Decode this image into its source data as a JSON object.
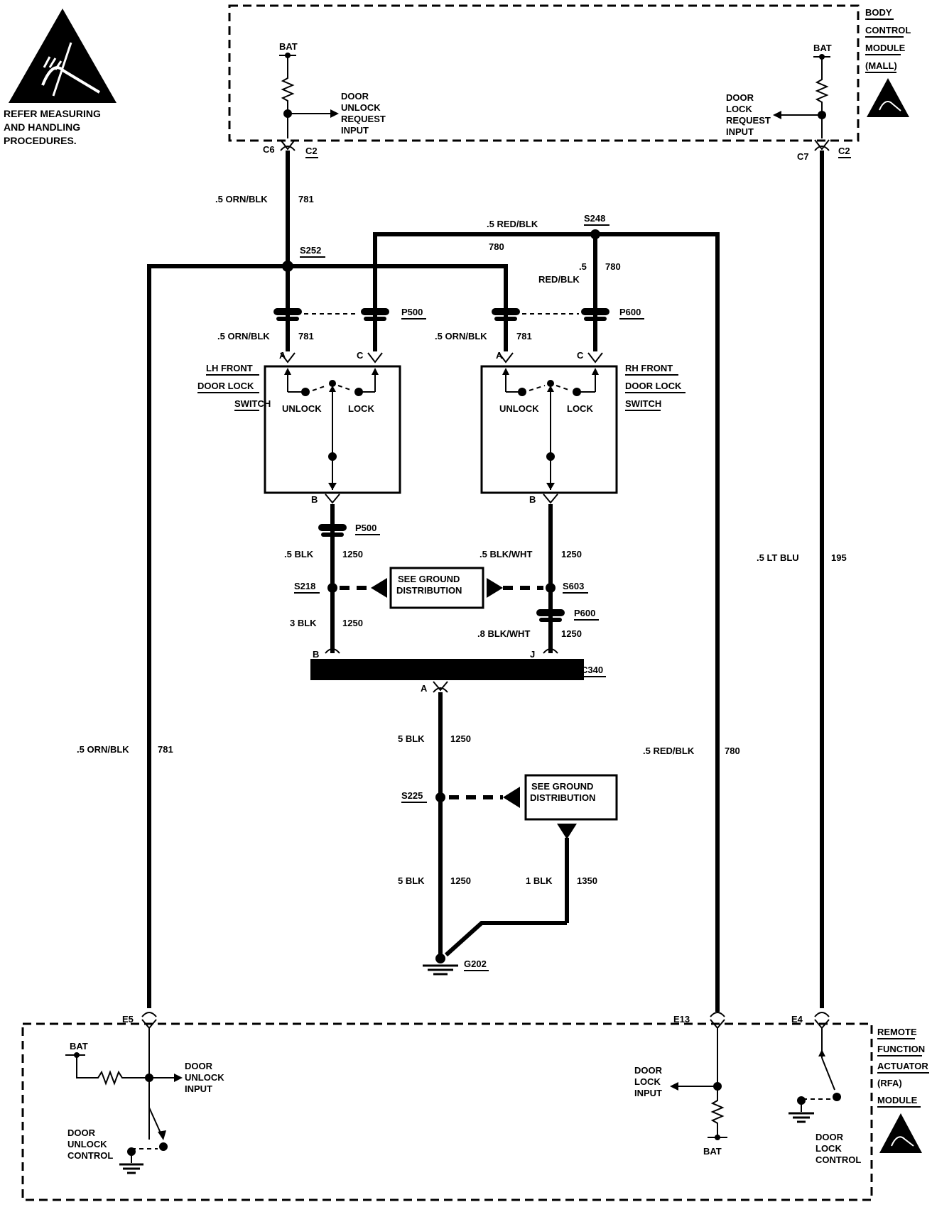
{
  "esd_note": [
    "REFER MEASURING",
    "AND HANDLING",
    "PROCEDURES."
  ],
  "bcm": {
    "label": [
      "BODY",
      "CONTROL",
      "MODULE",
      "(MALL)"
    ],
    "bat_left": "BAT",
    "bat_right": "BAT",
    "unlock_input": [
      "DOOR",
      "UNLOCK",
      "REQUEST",
      "INPUT"
    ],
    "lock_input": [
      "DOOR",
      "LOCK",
      "REQUEST",
      "INPUT"
    ],
    "conn_c6": "C6",
    "conn_c7": "C7",
    "conn_c2_left": "C2",
    "conn_c2_right": "C2"
  },
  "wires": {
    "orn_blk_top": ".5 ORN/BLK",
    "orn_blk_top_num": "781",
    "red_blk_top": ".5 RED/BLK",
    "red_blk_top_num": "780",
    "red_blk_s248_gauge": ".5",
    "red_blk_s248_color": "RED/BLK",
    "red_blk_s248_num": "780",
    "lh_a_wire": ".5 ORN/BLK",
    "lh_a_num": "781",
    "rh_a_wire": ".5 ORN/BLK",
    "rh_a_num": "781",
    "lh_b_wire": ".5 BLK",
    "lh_b_num": "1250",
    "rh_b_wire": ".5 BLK/WHT",
    "rh_b_num": "1250",
    "lh_c340_wire": "3 BLK",
    "lh_c340_num": "1250",
    "rh_c340_wire": ".8 BLK/WHT",
    "rh_c340_num": "1250",
    "c340_g_upper": "5 BLK",
    "c340_g_upper_num": "1250",
    "c340_g_lower": "5 BLK",
    "c340_g_lower_num": "1250",
    "gnd_dist_wire": "1 BLK",
    "gnd_dist_num": "1350",
    "left_long": ".5 ORN/BLK",
    "left_long_num": "781",
    "mid_long": ".5 RED/BLK",
    "mid_long_num": "780",
    "right_long": ".5 LT BLU",
    "right_long_num": "195"
  },
  "splices": {
    "s252": "S252",
    "s248": "S248",
    "s218": "S218",
    "s603": "S603",
    "s225": "S225"
  },
  "connectors": {
    "p500_top": "P500",
    "p600_top": "P600",
    "p500_bottom": "P500",
    "p600_bottom": "P600",
    "c340": "C340",
    "g202": "G202",
    "lh_pin_a": "A",
    "lh_pin_c": "C",
    "lh_pin_b": "B",
    "rh_pin_a": "A",
    "rh_pin_c": "C",
    "rh_pin_b": "B",
    "c340_pin_b": "B",
    "c340_pin_j": "J",
    "c340_pin_a": "A",
    "rfa_e5": "E5",
    "rfa_e13": "E13",
    "rfa_e4": "E4"
  },
  "switches": {
    "lh_label": [
      "LH FRONT",
      "DOOR LOCK",
      "SWITCH"
    ],
    "rh_label": [
      "RH FRONT",
      "DOOR LOCK",
      "SWITCH"
    ],
    "lh_unlock": "UNLOCK",
    "lh_lock": "LOCK",
    "rh_unlock": "UNLOCK",
    "rh_lock": "LOCK"
  },
  "ground_dist": {
    "upper": [
      "SEE GROUND",
      "DISTRIBUTION"
    ],
    "lower": [
      "SEE GROUND",
      "DISTRIBUTION"
    ]
  },
  "rfa": {
    "label": [
      "REMOTE",
      "FUNCTION",
      "ACTUATOR",
      "(RFA)",
      "MODULE"
    ],
    "bat_left": "BAT",
    "bat_right": "BAT",
    "unlock_input": [
      "DOOR",
      "UNLOCK",
      "INPUT"
    ],
    "lock_input": [
      "DOOR",
      "LOCK",
      "INPUT"
    ],
    "unlock_control": [
      "DOOR",
      "UNLOCK",
      "CONTROL"
    ],
    "lock_control": [
      "DOOR",
      "LOCK",
      "CONTROL"
    ]
  }
}
